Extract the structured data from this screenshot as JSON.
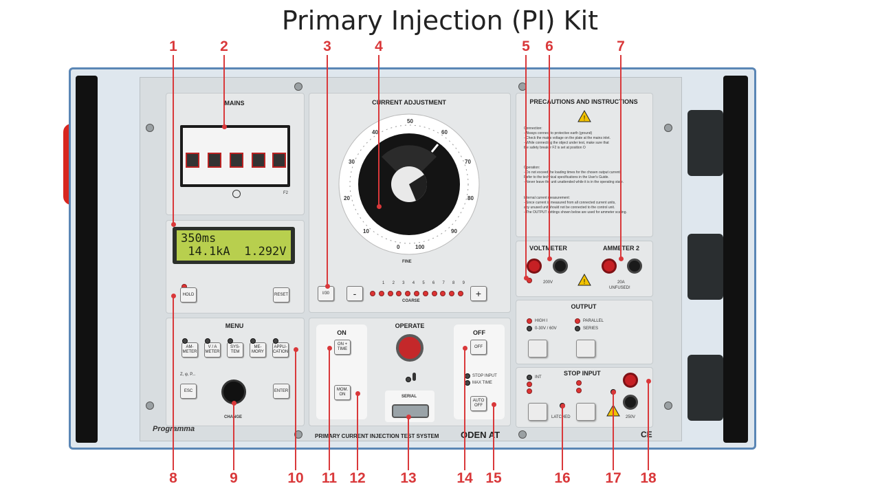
{
  "title": "Primary Injection (PI) Kit",
  "callouts": [
    "1",
    "2",
    "3",
    "4",
    "5",
    "6",
    "7",
    "8",
    "9",
    "10",
    "11",
    "12",
    "13",
    "14",
    "15",
    "16",
    "17",
    "18"
  ],
  "panel": {
    "mains": "MAINS",
    "breaker_label": "F2",
    "current_adjustment": "CURRENT ADJUSTMENT",
    "dial_ticks": [
      "0",
      "10",
      "20",
      "30",
      "40",
      "50",
      "60",
      "70",
      "80",
      "90",
      "100"
    ],
    "fine": "FINE",
    "coarse": "COARSE",
    "coarse_numbers": [
      "1",
      "2",
      "3",
      "4",
      "5",
      "6",
      "7",
      "8",
      "9"
    ],
    "precautions_title": "PRECAUTIONS AND INSTRUCTIONS",
    "precautions": [
      "Connection:",
      "- Always connect to protective earth (ground)",
      "- Check the mains voltage on the plate at the mains inlet.",
      "- While connecting the object under test, make sure that",
      "  the safety breaker F2 is set at position O",
      "Operation:",
      "- Do not exceed the loading times for the chosen output current",
      "  Refer to the technical specifications in the User's Guide.",
      "- Never leave the unit unattended while it is in the operating state.",
      "Internal current measurement:",
      "- Since current is measured from all connected current units,",
      "  any unused unit should not be connected to the control unit.",
      "- The OUTPUT settings shown below are used for ammeter scaling."
    ],
    "lcd_line1": "350ms",
    "lcd_line2": " 14.1kA  1.292V",
    "hold": "HOLD",
    "reset": "RESET",
    "i_btn": "I/30",
    "minus": "-",
    "plus": "+",
    "voltmeter": "VOLTMETER",
    "ammeter2": "AMMETER 2",
    "v200": "200V",
    "a20": "20A",
    "unfused": "UNFUSED!",
    "output": "OUTPUT",
    "high_i": "HIGH I",
    "range": "0-30V / 60V",
    "parallel": "PARALLEL",
    "series": "SERIES",
    "menu": "MENU",
    "menu_buttons": [
      "AM-\nMETER",
      "V / A\nMETER",
      "SYS-\nTEM",
      "ME-\nMORY",
      "APPLI-\nCATION"
    ],
    "z_label": "Z, φ, P...",
    "esc": "ESC",
    "enter": "ENTER",
    "change": "CHANGE",
    "on": "ON",
    "on_time": "ON +\nTIME",
    "mom_on": "MOM.\nON",
    "operate": "OPERATE",
    "serial": "SERIAL",
    "off_title": "OFF",
    "off": "OFF",
    "stop_input_led": "STOP INPUT",
    "max_time": "MAX TIME",
    "auto_off": "AUTO\nOFF",
    "stop_input": "STOP INPUT",
    "int": "INT",
    "latched": "LATCHED",
    "v250": "250V",
    "brand": "Programma",
    "system_name": "PRIMARY CURRENT INJECTION TEST SYSTEM",
    "model": "ODEN AT",
    "ce": "CE"
  },
  "colors": {
    "callout": "#d9383a",
    "chassis_frame": "#5a86b5",
    "lcd": "#b8cf4e",
    "knob": "#111111"
  }
}
